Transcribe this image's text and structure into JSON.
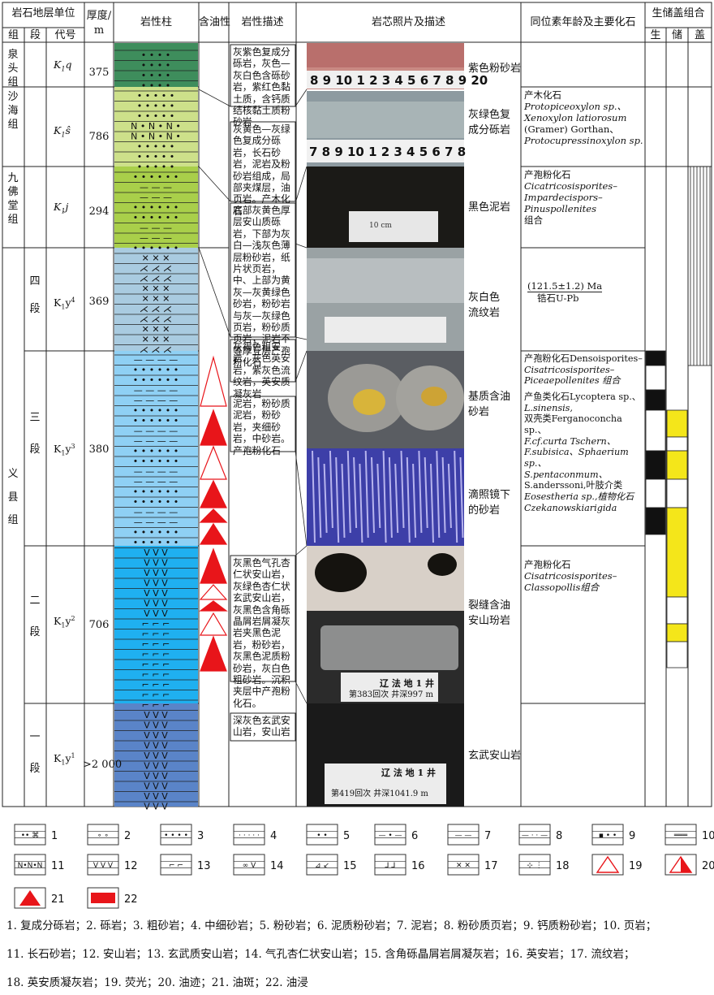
{
  "header": {
    "strat_unit": "岩石地层单位",
    "group": "组",
    "member": "段",
    "code": "代号",
    "thickness": "厚度/",
    "thickness_unit": "m",
    "lith_column": "岩性柱",
    "oil_bearing": "含油性",
    "lith_desc": "岩性描述",
    "core_photos": "岩芯照片及描述",
    "iso_age": "同位素年龄及主要化石",
    "pet_system": "生储盖组合",
    "source": "生",
    "reservoir": "储",
    "seal": "盖"
  },
  "groups": [
    {
      "name": "泉头组"
    },
    {
      "name": "沙海组"
    },
    {
      "name": "九佛堂组"
    },
    {
      "name": "义县组"
    }
  ],
  "members": [
    {
      "name": "四段"
    },
    {
      "name": "三段"
    },
    {
      "name": "二段"
    },
    {
      "name": "一段"
    }
  ],
  "codes": [
    "q",
    "ŝ",
    "j",
    "y",
    "y",
    "y",
    "y"
  ],
  "codes_sup": [
    "",
    "",
    "",
    "4",
    "3",
    "2",
    "1"
  ],
  "thickness": [
    "375",
    "786",
    "294",
    "369",
    "380",
    "706",
    ">2 000"
  ],
  "descriptions": [
    "灰紫色复成分砾岩，灰色—灰白色含砾砂岩，紫红色黏土质，含钙质结核黏土质粉砂岩",
    "灰黄色—灰绿色复成分砾岩，长石砂岩，泥岩及粉砂岩组成，局部夹煤层，油页岩。产木化石",
    "底部灰黄色厚层安山质砾岩，下部为灰白—浅灰色薄层粉砂岩，纸片状页岩，中、上部为黄灰—灰黄绿色砂岩，粉砂岩与灰—灰绿色页岩，粉砂质页岩，泥岩不等厚互层产孢粉化石",
    "灰褐色粗安岩，灰色英安岩，紫灰色流纹岩，英安质凝灰岩",
    "泥岩，粉砂质泥岩，粉砂岩，夹细砂岩，中砂岩。产孢粉化石",
    "灰黑色气孔杏仁状安山岩，灰绿色杏仁状玄武安山岩，灰黑色含角砾晶屑岩屑凝灰岩夹黑色泥岩，粉砂岩，灰黑色泥质粉砂岩，灰白色粗砂岩。沉积夹层中产孢粉化石。",
    "深灰色玄武安山岩，安山岩"
  ],
  "photo_captions": [
    "紫色粉砂岩",
    "灰绿色复成分砾岩",
    "黑色泥岩",
    "灰白色流纹岩",
    "基质含油砂岩",
    "滴照镜下的砂岩",
    "裂缝含油安山玢岩",
    "玄武安山岩"
  ],
  "photo_labels": {
    "scale": "10 cm",
    "well": "辽 法 地 1 井",
    "depth1": "第383回次  井深997 m",
    "depth2": "第419回次  井深1041.9 m"
  },
  "fossils": {
    "shahai": [
      "产木化石",
      "Protopiceoxylon sp.、",
      "Xenoxylon latiorosum",
      "(Gramer) Gorthan、",
      "Protocupressinoxylon sp."
    ],
    "jiufotang": [
      "产孢粉化石",
      "Cicatricosisporites–",
      "Impardecispors–",
      "Pinuspollenites",
      "组合"
    ],
    "member4": [
      "(121.5±1.2) Ma",
      "锆石U-Pb"
    ],
    "member3": [
      "产孢粉化石Densoisporites–",
      "Cisatricosisporites–",
      "Piceaepollenites 组合",
      "产鱼类化石Lycoptera sp.、",
      "L.sinensis,",
      "双壳类Ferganoconcha sp.、",
      "F.cf.curta Tschern、",
      "F.subisica、Sphaerium sp.、",
      "S.pentaconmum、",
      "S.anderssoni,叶肢介类",
      "Eosestheria sp.,植物化石",
      "Czekanowskiarigida"
    ],
    "member2": [
      "产孢粉化石",
      "Cisatricosisporites–",
      "Classopollis组合"
    ]
  },
  "legend_numbers": [
    "1",
    "2",
    "3",
    "4",
    "5",
    "6",
    "7",
    "8",
    "9",
    "10",
    "11",
    "12",
    "13",
    "14",
    "15",
    "16",
    "17",
    "18",
    "19",
    "20",
    "21",
    "22"
  ],
  "caption_lines": [
    "1. 复成分砾岩；2. 砾岩；3. 粗砂岩；4. 中细砂岩；5. 粉砂岩；6. 泥质粉砂岩；7. 泥岩；8. 粉砂质页岩；9. 钙质粉砂岩；10. 页岩；",
    "11. 长石砂岩；12. 安山岩；13. 玄武质安山岩；14. 气孔杏仁状安山岩；15. 含角砾晶屑岩屑凝灰岩；16. 英安岩；17. 流纹岩；",
    "18. 英安质凝灰岩；19. 荧光；20. 油迹；21. 油斑；22. 油浸"
  ],
  "colors": {
    "oil_red": "#e8151a",
    "reservoir_yellow": "#f4e61a"
  }
}
